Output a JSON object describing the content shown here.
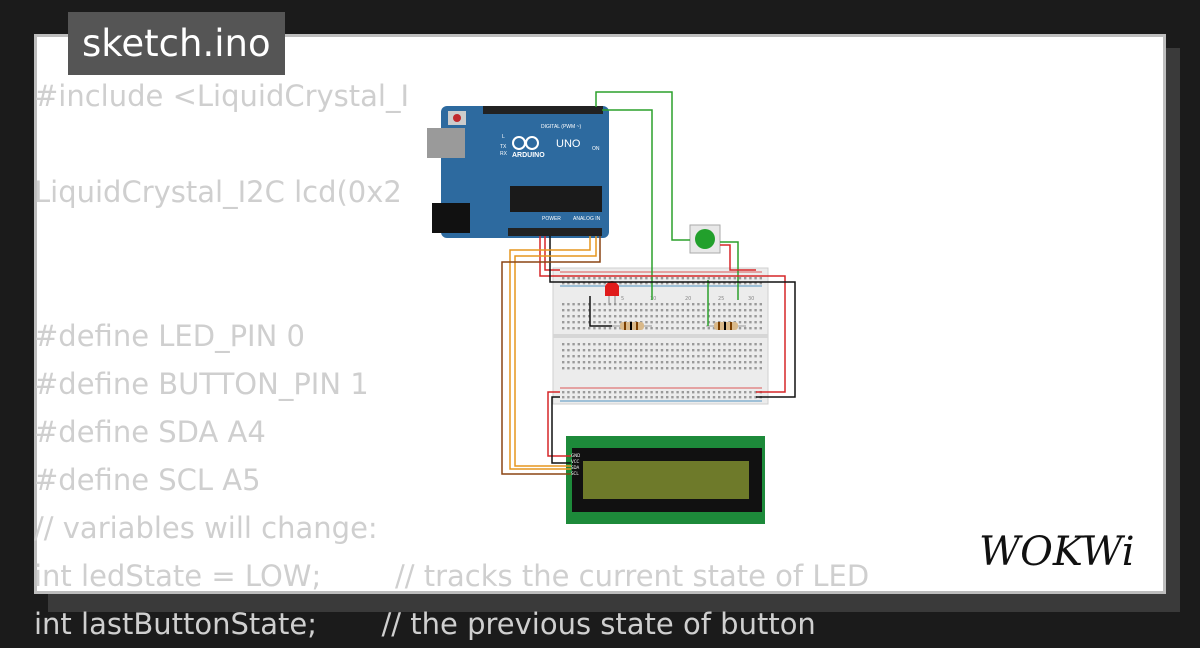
{
  "tab": {
    "filename": "sketch.ino"
  },
  "code_lines": [
    "#include <LiquidCrystal_I",
    "",
    "LiquidCrystal_I2C lcd(0x2",
    "",
    "",
    "#define LED_PIN 0",
    "#define BUTTON_PIN 1",
    "#define SDA A4",
    "#define SCL A5",
    "// variables will change:",
    "int ledState = LOW;        // tracks the current state of LED",
    "int lastButtonState;       // the previous state of button"
  ],
  "board": {
    "brand": "ARDUINO",
    "model": "UNO",
    "digital_label": "DIGITAL (PWM ~)",
    "power_label": "POWER",
    "analog_label": "ANALOG IN",
    "on_label": "ON",
    "tx_label": "TX",
    "rx_label": "RX",
    "l_label": "L"
  },
  "breadboard": {
    "col_labels": [
      "1",
      "5",
      "10",
      "15",
      "20",
      "25",
      "30"
    ]
  },
  "lcd": {
    "pins": [
      "GND",
      "VCC",
      "SDA",
      "SCL"
    ]
  },
  "logo": {
    "text": "WOKWi"
  },
  "colors": {
    "board": "#2d6a9f",
    "lcd_pcb": "#1d8a3a",
    "lcd_screen": "#6e7a2a",
    "wire_green": "#2ca02c",
    "wire_red": "#d62728",
    "wire_black": "#111111",
    "wire_orange": "#e6961e",
    "wire_brown": "#8b4513"
  }
}
